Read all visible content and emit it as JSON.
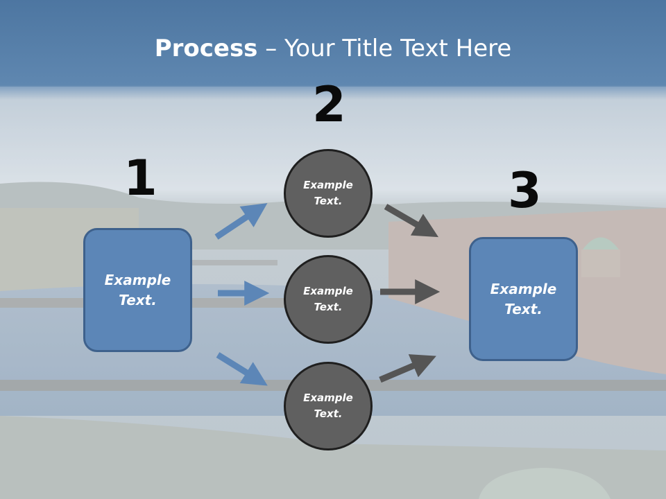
{
  "title": {
    "bold": "Process",
    "rest": " – Your Title Text Here"
  },
  "steps": {
    "step1": {
      "number": "1",
      "box_text": "Example\nText."
    },
    "step2": {
      "number": "2",
      "circles": [
        "Example\nText.",
        "Example\nText.",
        "Example\nText."
      ]
    },
    "step3": {
      "number": "3",
      "box_text": "Example\nText."
    }
  },
  "colors": {
    "header_band": "#4f7aa6",
    "box_fill": "#5c86b7",
    "circle_fill": "#606060",
    "blue_arrow": "#5c86b7",
    "gray_arrow": "#555555"
  }
}
